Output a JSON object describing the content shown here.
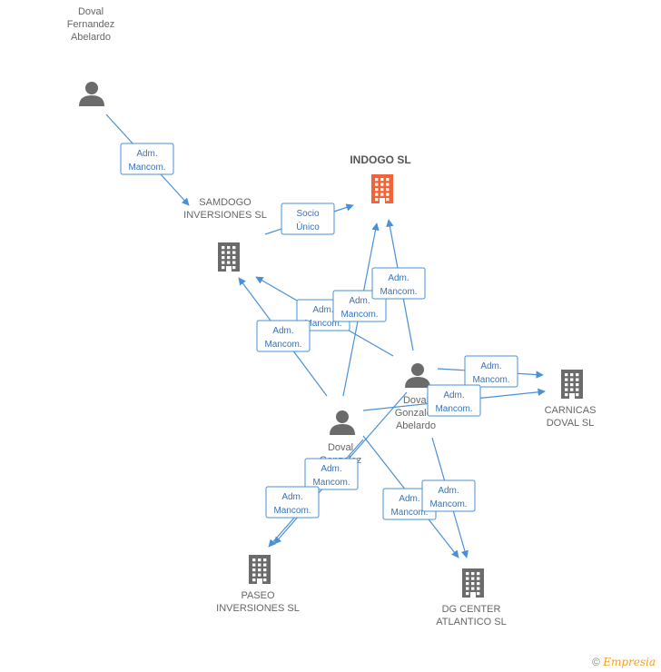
{
  "nodes": {
    "indogo": {
      "lines": [
        "INDOGO SL"
      ],
      "type": "company",
      "main": true
    },
    "samdogo": {
      "lines": [
        "SAMDOGO",
        "INVERSIONES SL"
      ],
      "type": "company"
    },
    "carnicas": {
      "lines": [
        "CARNICAS",
        "DOVAL SL"
      ],
      "type": "company"
    },
    "paseo": {
      "lines": [
        "PASEO",
        "INVERSIONES SL"
      ],
      "type": "company"
    },
    "dgcenter": {
      "lines": [
        "DG CENTER",
        "ATLANTICO SL"
      ],
      "type": "company"
    },
    "doval_fernandez": {
      "lines": [
        "Doval",
        "Fernandez",
        "Abelardo"
      ],
      "type": "person"
    },
    "doval_gonzalez": {
      "lines": [
        "Doval",
        "Gonzalez",
        "Abelardo"
      ],
      "type": "person"
    },
    "doval_2": {
      "lines": [
        "Doval",
        "Gonzalez"
      ],
      "type": "person"
    }
  },
  "edges": [
    {
      "from": "doval_fernandez",
      "to": "samdogo",
      "label": [
        "Adm.",
        "Mancom."
      ]
    },
    {
      "from": "samdogo",
      "to": "indogo",
      "label": [
        "Socio",
        "Único"
      ]
    },
    {
      "from": "doval_gonzalez",
      "to": "samdogo",
      "label": [
        "Adm.",
        "Mancom."
      ]
    },
    {
      "from": "doval_2",
      "to": "samdogo",
      "label": [
        "Adm.",
        "Mancom."
      ]
    },
    {
      "from": "doval_2",
      "to": "indogo",
      "label": [
        "Adm.",
        "Mancom."
      ]
    },
    {
      "from": "doval_gonzalez",
      "to": "indogo",
      "label": [
        "Adm.",
        "Mancom."
      ]
    },
    {
      "from": "doval_gonzalez",
      "to": "carnicas",
      "label": [
        "Adm.",
        "Mancom."
      ]
    },
    {
      "from": "doval_2",
      "to": "carnicas",
      "label": [
        "Adm.",
        "Mancom."
      ]
    },
    {
      "from": "doval_gonzalez",
      "to": "paseo",
      "label": [
        "Adm.",
        "Mancom."
      ]
    },
    {
      "from": "doval_2",
      "to": "paseo",
      "label": [
        "Adm.",
        "Mancom."
      ]
    },
    {
      "from": "doval_2",
      "to": "dgcenter",
      "label": [
        "Adm.",
        "Mancom."
      ]
    },
    {
      "from": "doval_gonzalez",
      "to": "dgcenter",
      "label": [
        "Adm.",
        "Mancom."
      ]
    }
  ],
  "footer": {
    "copyright": "©",
    "brand": "Empresia"
  },
  "colors": {
    "edge": "#4a90d9",
    "main_company": "#f0643a",
    "company": "#6b6b6b",
    "person": "#6b6b6b"
  }
}
